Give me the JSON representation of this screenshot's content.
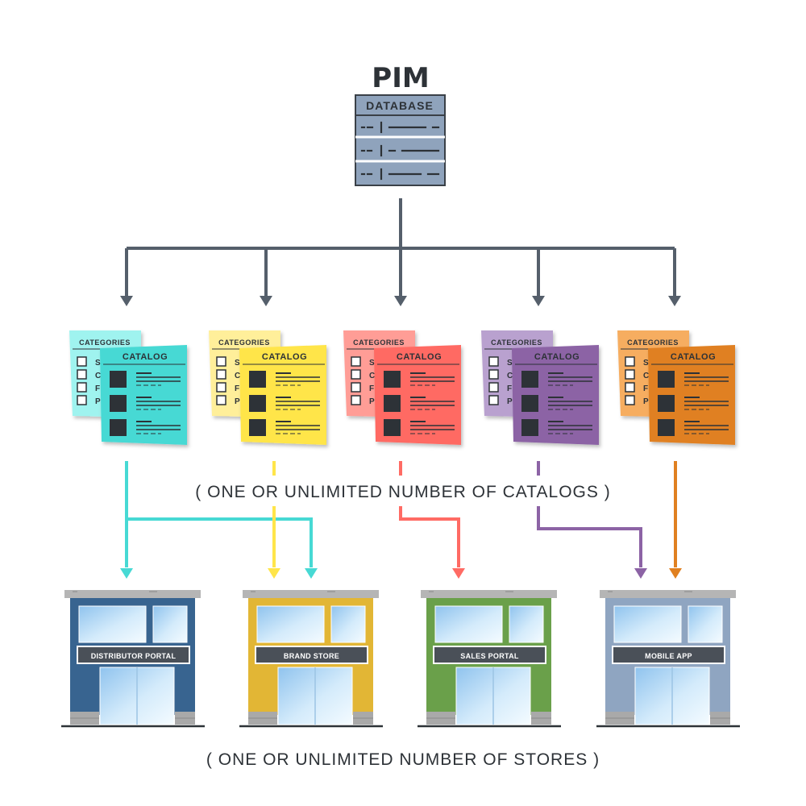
{
  "pim": {
    "title": "PIM",
    "database_label": "DATABASE",
    "db_color": "#8fa3bc"
  },
  "connector_color": "#555f6b",
  "catalogs": [
    {
      "categories_label": "CATEGORIES",
      "catalog_label": "CATALOG",
      "back_color": "#9ff3ef",
      "front_color": "#47d9d4",
      "checklist_letters": [
        "S",
        "C",
        "F",
        "P"
      ]
    },
    {
      "categories_label": "CATEGORIES",
      "catalog_label": "CATALOG",
      "back_color": "#ffef9a",
      "front_color": "#ffe54a",
      "checklist_letters": [
        "S",
        "C",
        "F",
        "P"
      ]
    },
    {
      "categories_label": "CATEGORIES",
      "catalog_label": "CATALOG",
      "back_color": "#ff9d96",
      "front_color": "#ff6b64",
      "checklist_letters": [
        "S",
        "C",
        "F",
        "P"
      ]
    },
    {
      "categories_label": "CATEGORIES",
      "catalog_label": "CATALOG",
      "back_color": "#b9a1cf",
      "front_color": "#8c63a5",
      "checklist_letters": [
        "S",
        "C",
        "F",
        "P"
      ]
    },
    {
      "categories_label": "CATEGORIES",
      "catalog_label": "CATALOG",
      "back_color": "#f6ad61",
      "front_color": "#e08020",
      "checklist_letters": [
        "S",
        "C",
        "F",
        "P"
      ]
    }
  ],
  "catalogs_caption": "( ONE OR UNLIMITED NUMBER OF CATALOGS )",
  "stores": [
    {
      "name": "DISTRIBUTOR PORTAL",
      "color": "#386490"
    },
    {
      "name": "BRAND STORE",
      "color": "#e2b635"
    },
    {
      "name": "SALES PORTAL",
      "color": "#6aa04a"
    },
    {
      "name": "MOBILE APP",
      "color": "#8fa5c1"
    }
  ],
  "stores_caption": "( ONE OR UNLIMITED NUMBER OF STORES )"
}
